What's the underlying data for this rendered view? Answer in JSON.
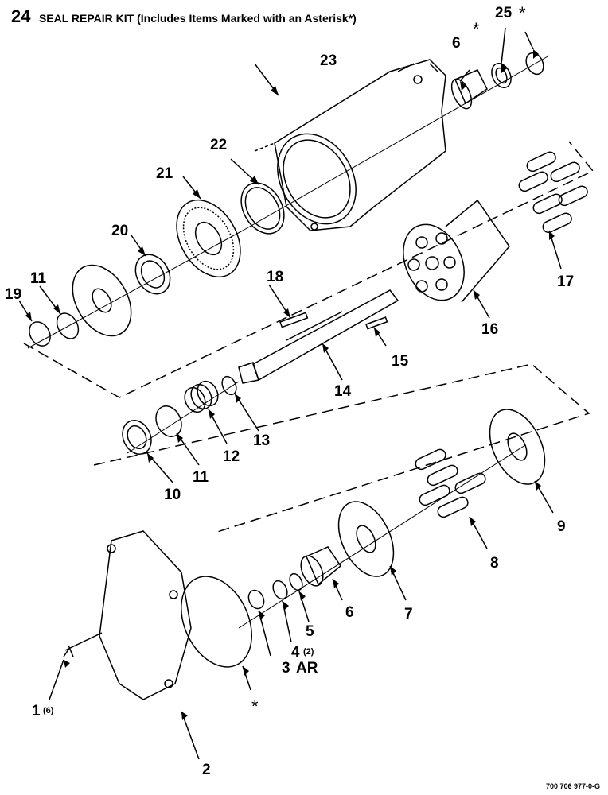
{
  "header": {
    "item_number": "24",
    "title": "SEAL REPAIR KIT (Includes Items Marked with an Asterisk*)"
  },
  "callouts": [
    {
      "id": "1",
      "qty": "(6)"
    },
    {
      "id": "2"
    },
    {
      "id": "3",
      "suffix": "AR"
    },
    {
      "id": "4",
      "qty": "(2)"
    },
    {
      "id": "5"
    },
    {
      "id": "6"
    },
    {
      "id": "7"
    },
    {
      "id": "8"
    },
    {
      "id": "9"
    },
    {
      "id": "10"
    },
    {
      "id": "11"
    },
    {
      "id": "12"
    },
    {
      "id": "13"
    },
    {
      "id": "14"
    },
    {
      "id": "15"
    },
    {
      "id": "16"
    },
    {
      "id": "17"
    },
    {
      "id": "18"
    },
    {
      "id": "19"
    },
    {
      "id": "20"
    },
    {
      "id": "21"
    },
    {
      "id": "22"
    },
    {
      "id": "23"
    },
    {
      "id": "25"
    }
  ],
  "asterisk": "*",
  "footer_code": "700 706 977-0-G"
}
